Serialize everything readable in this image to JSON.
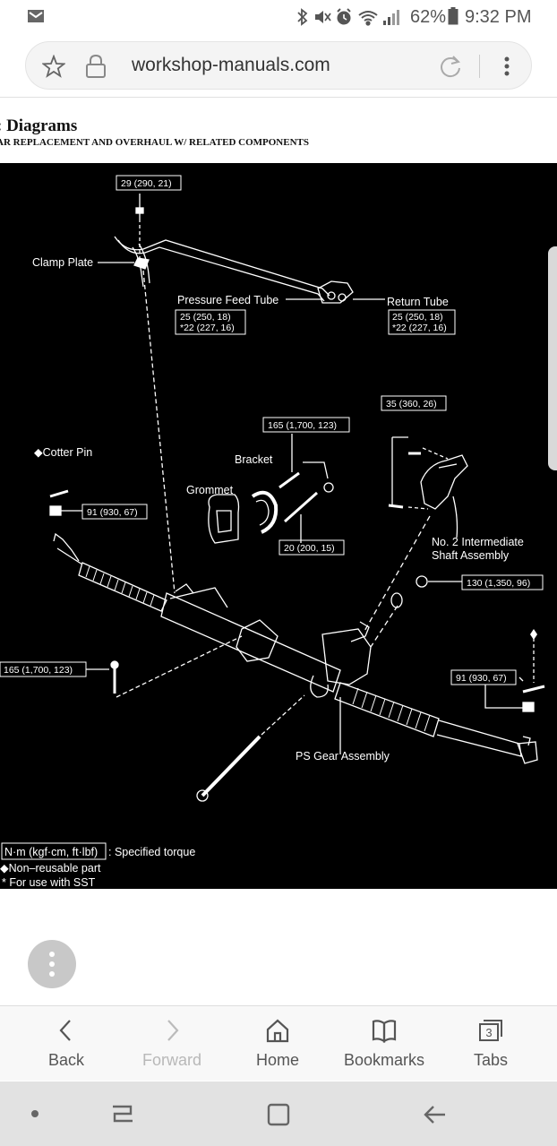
{
  "status_bar": {
    "battery_percent": "62%",
    "time": "9:32 PM",
    "icons": [
      "mail-icon",
      "bluetooth-icon",
      "mute-icon",
      "alarm-icon",
      "wifi-icon",
      "signal-icon",
      "battery-icon"
    ]
  },
  "browser": {
    "url": "workshop-manuals.com"
  },
  "page": {
    "title": ": Diagrams",
    "subtitle": "AR REPLACEMENT AND OVERHAUL W/ RELATED COMPONENTS"
  },
  "diagram": {
    "labels": {
      "clamp_plate": "Clamp Plate",
      "pressure_feed_tube": "Pressure Feed Tube",
      "return_tube": "Return Tube",
      "cotter_pin": "◆Cotter Pin",
      "bracket": "Bracket",
      "grommet": "Grommet",
      "intermediate_shaft_1": "No. 2 Intermediate",
      "intermediate_shaft_2": "Shaft Assembly",
      "ps_gear_assembly": "PS Gear Assembly"
    },
    "torque_boxes": {
      "top_bolt": "29 (290, 21)",
      "pressure_feed_1": "25 (250, 18)",
      "pressure_feed_2": "*22 (227, 16)",
      "return_1": "25 (250, 18)",
      "return_2": "*22 (227, 16)",
      "bracket_bolt": "165 (1,700, 123)",
      "shaft_bolt": "35 (360, 26)",
      "cotter_left": "91 (930, 67)",
      "bracket_stud": "20 (200, 15)",
      "shaft_nut": "130 (1,350, 96)",
      "left_mount": "165 (1,700, 123)",
      "cotter_right": "91 (930, 67)"
    },
    "legend": {
      "box_text": "N·m (kgf·cm, ft·lbf)",
      "box_desc": ": Specified torque",
      "non_reusable": "◆Non–reusable part",
      "sst": "* For use with SST"
    }
  },
  "toolbar": {
    "back": "Back",
    "forward": "Forward",
    "home": "Home",
    "bookmarks": "Bookmarks",
    "tabs": "Tabs",
    "tab_count": "3"
  }
}
